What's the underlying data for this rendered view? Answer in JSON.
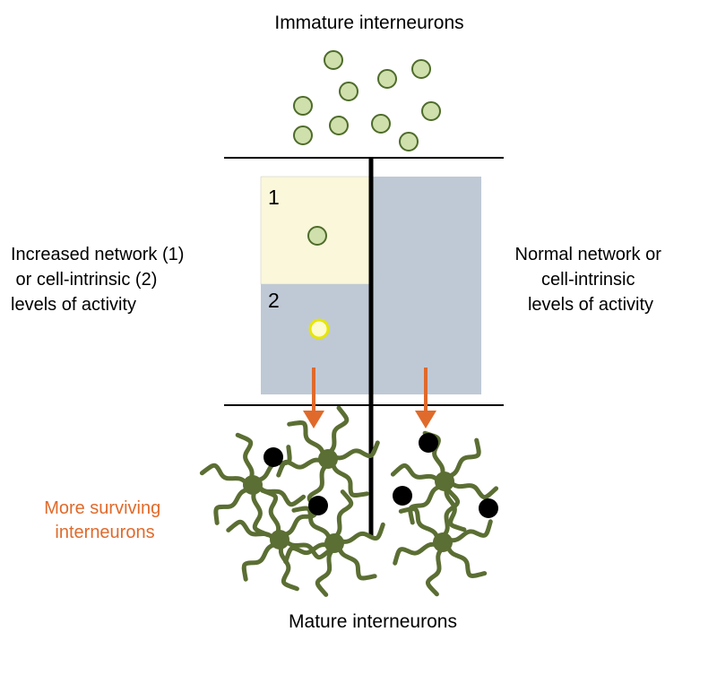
{
  "title_top": "Immature interneurons",
  "title_bottom": "Mature interneurons",
  "left_label": {
    "lines": [
      "Increased network (1)",
      " or cell-intrinsic (2)",
      "levels of activity"
    ]
  },
  "right_label": {
    "lines": [
      "Normal network or",
      "cell-intrinsic",
      "levels of activity"
    ]
  },
  "panel_labels": {
    "one": "1",
    "two": "2"
  },
  "outcome_label": {
    "lines": [
      "More surviving",
      "interneurons"
    ]
  },
  "colors": {
    "immature_fill": "#cfe0ad",
    "immature_stroke": "#4e6b2a",
    "panel_yellow": "#faf7da",
    "panel_blue": "#bfc9d6",
    "arrow": "#e06a2b",
    "neuron": "#5b6e33",
    "dead_cell": "#000000",
    "active_cell_fill": "#fdfbd0",
    "active_cell_stroke": "#e6e600",
    "outcome_text": "#e06a2b"
  }
}
